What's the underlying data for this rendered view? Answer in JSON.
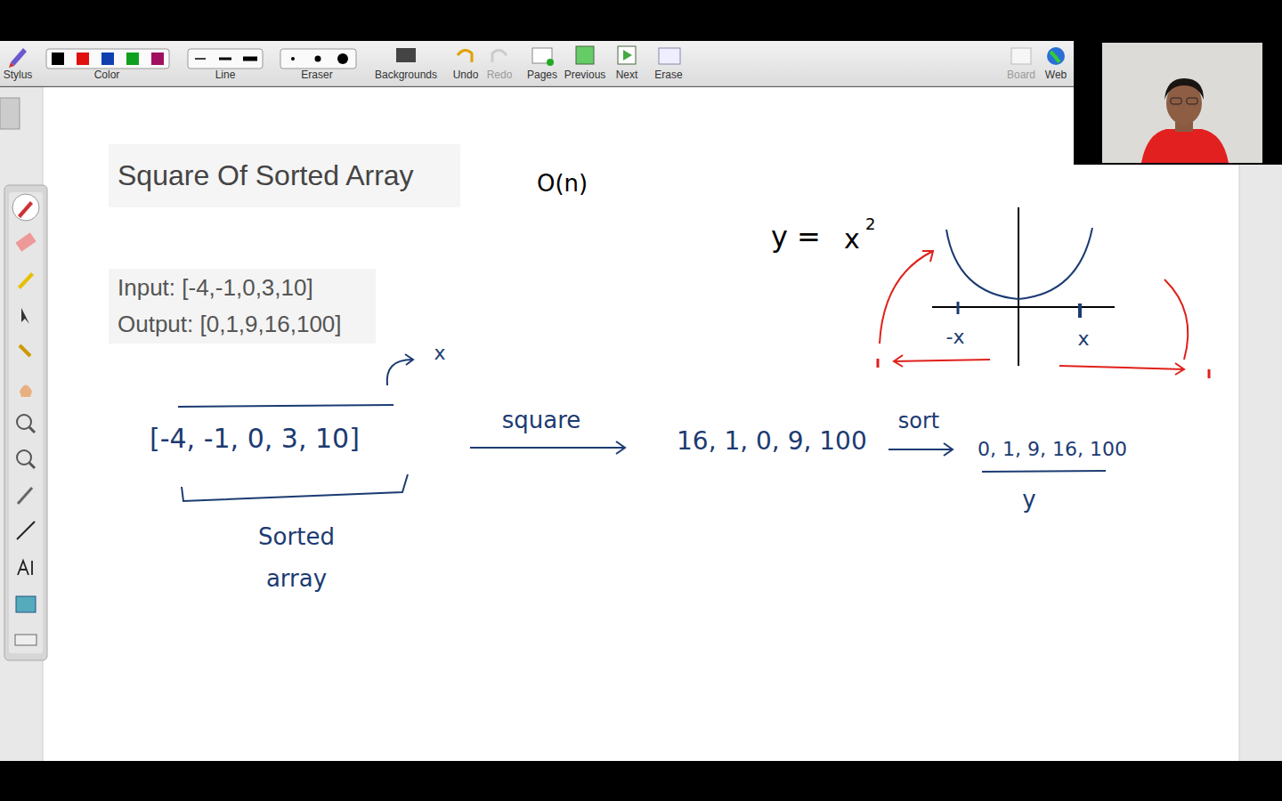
{
  "diagram": {
    "title": "Square Of Sorted Array",
    "nodes": [
      {
        "text": [
          "Input: [-4,-1,0,3,10]",
          "Output: [0,1,9,16,100]"
        ]
      }
    ],
    "labels": [
      "Stylus",
      "Color",
      "Line",
      "Eraser",
      "Backgrounds",
      "Undo",
      "Redo",
      "Pages",
      "Previous",
      "Next",
      "Erase",
      "Board",
      "Web",
      "O(n)",
      "y =",
      "x",
      "2",
      "-x",
      "x",
      "x",
      "[-4, -1, 0, 3, 10]",
      "Sorted array",
      "square",
      "16, 1, 0, 9, 100",
      "sort",
      "0, 1, 9, 16, 100",
      "y"
    ]
  }
}
